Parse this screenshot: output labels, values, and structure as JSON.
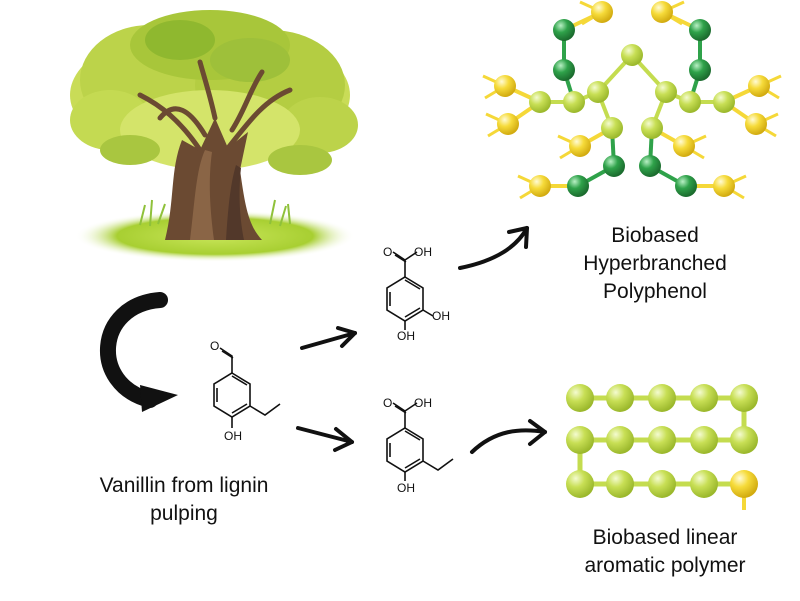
{
  "captions": {
    "vanillin": [
      "Vanillin from lignin",
      "pulping"
    ],
    "hyperbranched": [
      "Biobased",
      "Hyperbranched",
      "Polyphenol"
    ],
    "linear": [
      "Biobased linear",
      "aromatic polymer"
    ]
  },
  "labels": {
    "vanillin_aldehyde_o": "O",
    "vanillin_oh": "OH",
    "top_acid_oh": "OH",
    "top_ring_oh1": "OH",
    "top_ring_oh2": "OH",
    "bottom_acid_oh": "OH",
    "bottom_ring_oh": "OH"
  },
  "colors": {
    "lime": "#c4dc4f",
    "dark_green": "#2fa24a",
    "yellow": "#f5d838",
    "grass": "#a9cf2e",
    "trunk": "#6b4a32",
    "leaves": "#b7d24a",
    "arrow": "#111111"
  },
  "icons": [
    "tree-illustration",
    "curved-arrow",
    "straight-arrow",
    "hyperbranched-polymer",
    "linear-polymer"
  ]
}
